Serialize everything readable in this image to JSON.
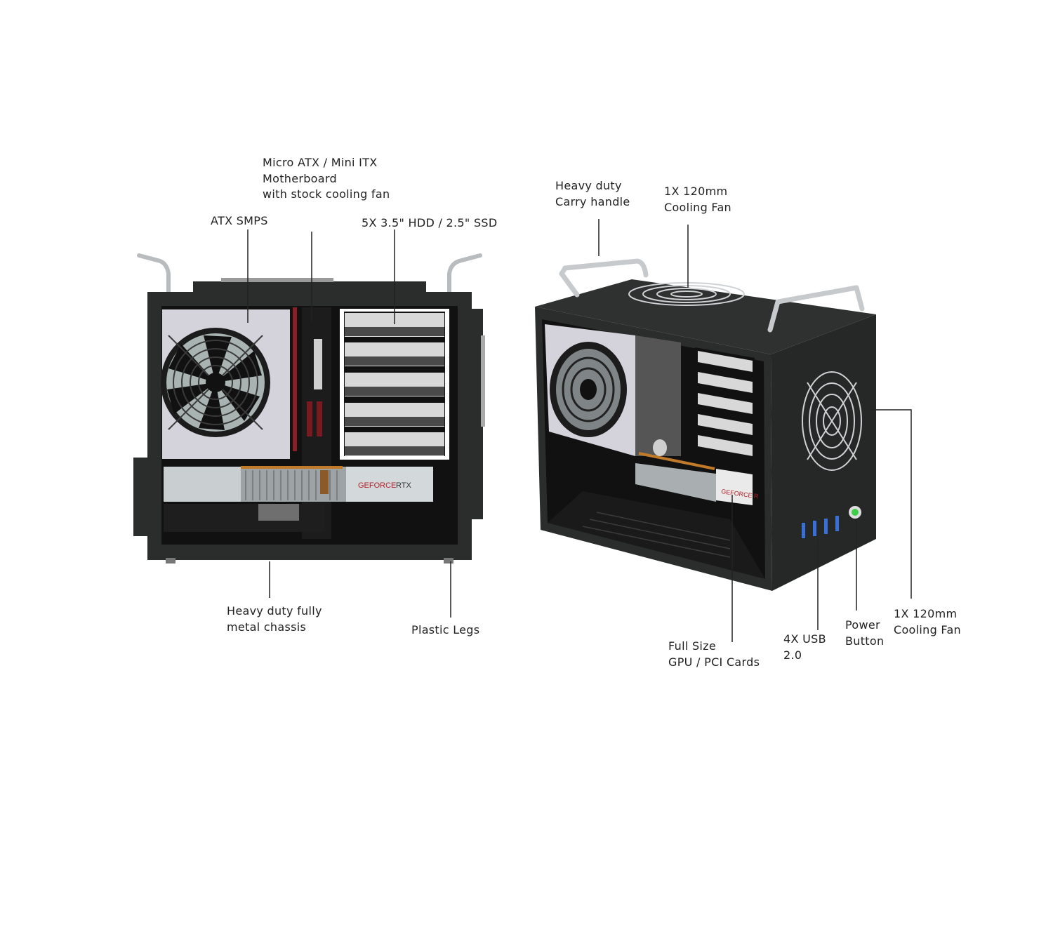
{
  "left_view": {
    "labels": {
      "motherboard": "Micro ATX / Mini ITX\nMotherboard\nwith stock cooling fan",
      "smps": "ATX SMPS",
      "drives": "5X 3.5\" HDD / 2.5\" SSD",
      "chassis": "Heavy duty fully\nmetal chassis",
      "legs": "Plastic Legs"
    },
    "gpu_brand": "GEFORCE",
    "gpu_model": "RTX"
  },
  "right_view": {
    "labels": {
      "handle": "Heavy duty\nCarry handle",
      "top_fan": "1X 120mm\nCooling Fan",
      "gpu": "Full Size\nGPU / PCI Cards",
      "usb": "4X USB\n2.0",
      "power": "Power\nButton",
      "side_fan": "1X 120mm\nCooling Fan"
    },
    "gpu_brand_partial": "GEFORCE R"
  },
  "colors": {
    "chassis": "#2b2d2c",
    "interior": "#111111",
    "psu_panel": "#d4d3dc",
    "drive_tray": "#d8d8d8",
    "gpu_shroud": "#c9cfd1",
    "gpu_red": "#b0202a",
    "power_led": "#3ecf4a",
    "usb_blue": "#3a6fd8"
  }
}
